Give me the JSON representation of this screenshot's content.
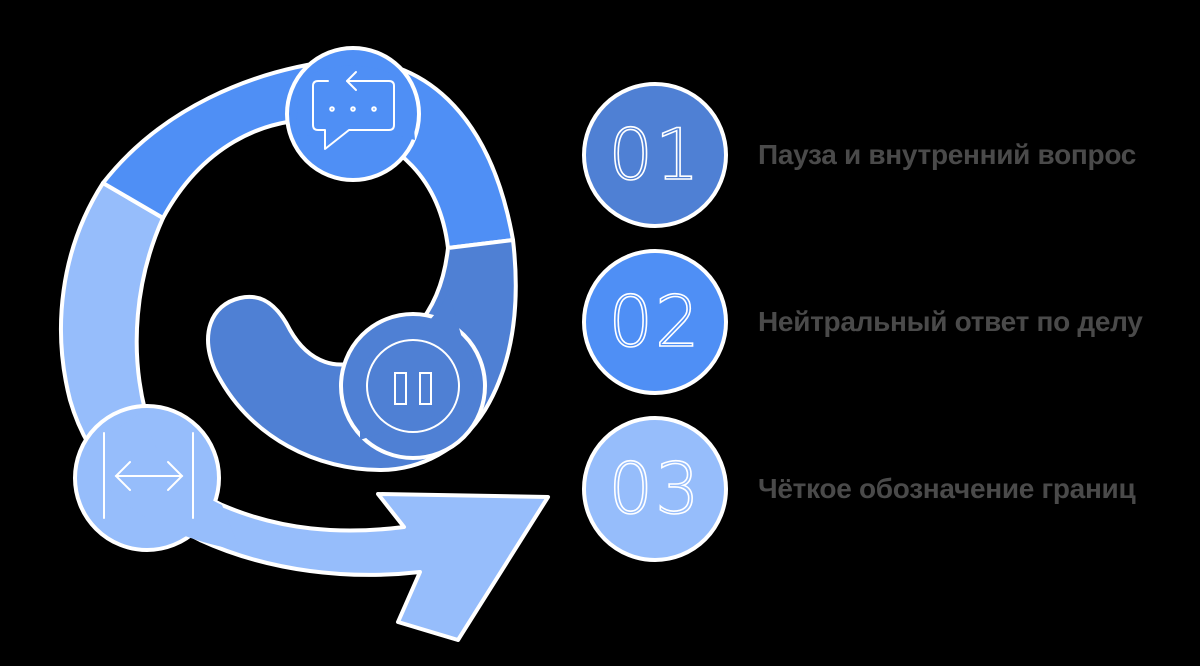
{
  "colors": {
    "background": "#000000",
    "segment_top": "#4f8ff5",
    "segment_middle": "#4f80d4",
    "segment_bottom": "#96bdfb",
    "outline": "#ffffff",
    "label_text": "#4a4a4a"
  },
  "diagram": {
    "icons": {
      "top": "chat-bubble-return-icon",
      "middle": "pause-icon",
      "bottom": "boundary-arrows-icon"
    }
  },
  "steps": [
    {
      "number": "01",
      "label": "Пауза и внутренний вопрос",
      "color": "#4f80d4"
    },
    {
      "number": "02",
      "label": "Нейтральный ответ по делу",
      "color": "#4f8ff5"
    },
    {
      "number": "03",
      "label": "Чёткое обозначение границ",
      "color": "#96bdfb"
    }
  ]
}
